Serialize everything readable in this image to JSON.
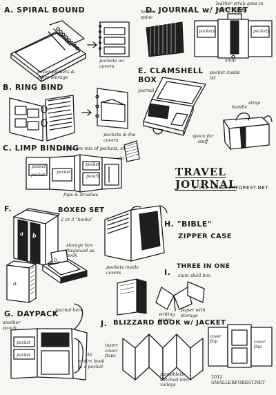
{
  "sections": {
    "a": {
      "label": "A. SPIRAL BOUND",
      "notes": [
        "paper pockets & other storage",
        "pockets on covers"
      ]
    },
    "b": {
      "label": "B. RING BIND",
      "notes": [
        "pockets in the covers",
        "pages are mix of pockets, etc..."
      ]
    },
    "c": {
      "label": "C. LIMP BINDING",
      "notes": [
        "flips & brushes",
        "zip"
      ],
      "pocket_labels": [
        "pocket",
        "pocket",
        "pocket",
        "pouch",
        "pocket"
      ]
    },
    "d": {
      "label": "D. JOURNAL w/ JACKET",
      "notes": [
        "hollow spine",
        "leather strap goes in hollow spine",
        "snap",
        "snap"
      ],
      "pocket_labels": [
        "pockets",
        "pockets"
      ]
    },
    "e": {
      "label": "E. CLAMSHELL BOX",
      "notes": [
        "journal",
        "pocket inside lid",
        "space for stuff",
        "strap",
        "handle"
      ]
    },
    "f": {
      "label": "F.",
      "title": "BOXED SET",
      "subtitle": "2 or 3 \"books\"",
      "notes": [
        "storage box disguised as book"
      ],
      "spine_letters": [
        "a",
        "b",
        "a.",
        "b."
      ]
    },
    "g": {
      "label": "G. DAYPACK",
      "notes": [
        "journal here",
        "another pouch",
        "zip",
        "entire book is a pocket"
      ],
      "pocket_labels": [
        "pocket",
        "pocket"
      ]
    },
    "h": {
      "label": "H. \"BIBLE\"",
      "subtitle": "ZIPPER CASE",
      "notes": [
        "pockets inside covers"
      ]
    },
    "i": {
      "label": "I.",
      "title": "THREE IN ONE",
      "notes": [
        "clam shell box",
        "writing pages",
        "paper with storage"
      ]
    },
    "j": {
      "label": "J.",
      "title": "BLIZZARD BOOK w/ JACKET",
      "notes": [
        "insert cover flaps",
        "pamphlets stitched into valleys",
        "2012 SMALLERFOREST.NET"
      ],
      "flap_labels": [
        "cover flap",
        "cover flap"
      ]
    },
    "title": {
      "main": "TRAVEL JOURNAL",
      "site": "2.012 SMALLERFOREST.NET"
    }
  }
}
